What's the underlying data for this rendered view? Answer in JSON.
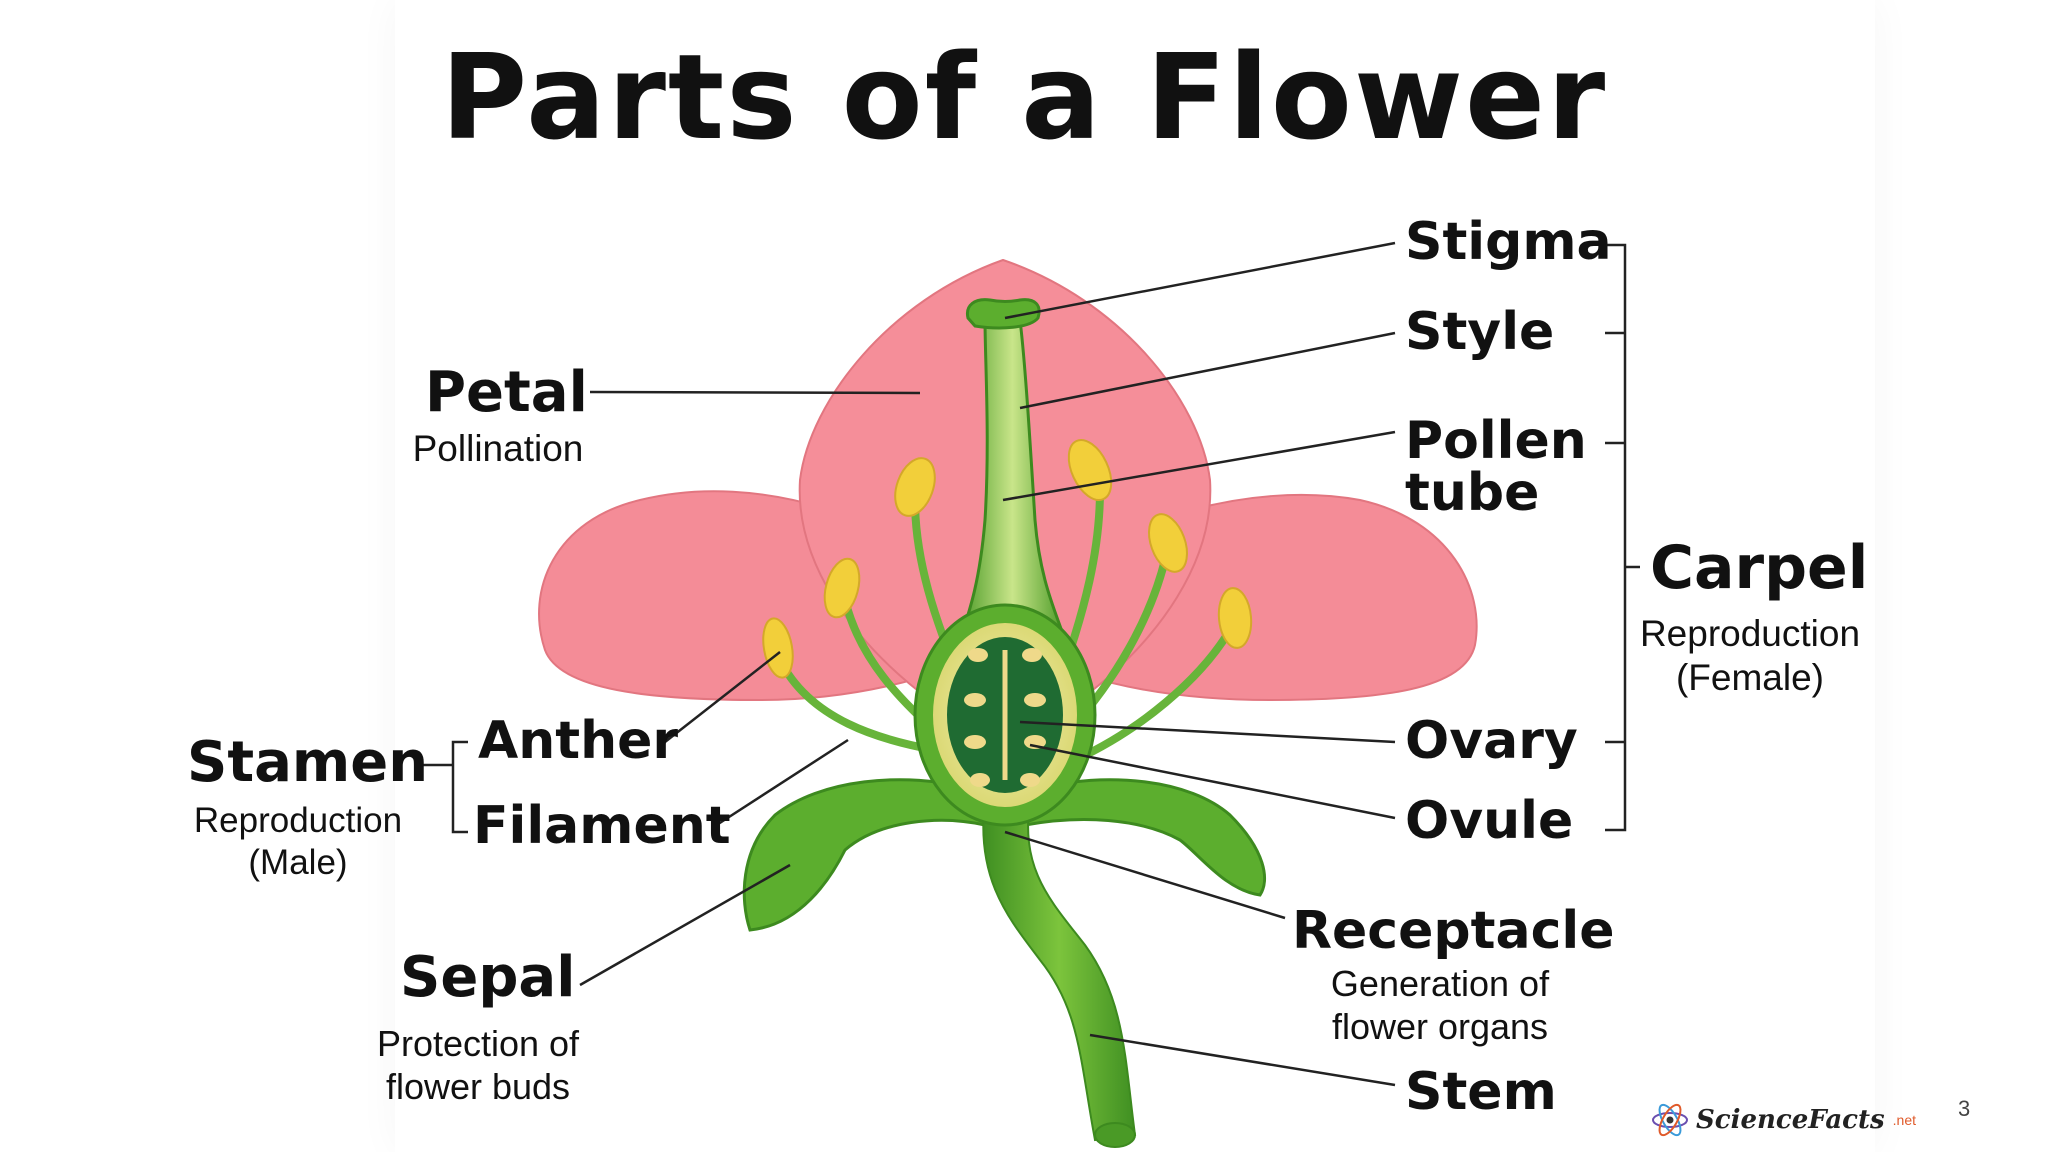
{
  "title": "Parts of a Flower",
  "labels": {
    "petal": {
      "name": "Petal",
      "desc": "Pollination"
    },
    "stamen": {
      "name": "Stamen",
      "desc": "Reproduction\n(Male)"
    },
    "anther": {
      "name": "Anther"
    },
    "filament": {
      "name": "Filament"
    },
    "sepal": {
      "name": "Sepal",
      "desc": "Protection of\nflower buds"
    },
    "stigma": {
      "name": "Stigma"
    },
    "style": {
      "name": "Style"
    },
    "pollen_tube": {
      "name": "Pollen\ntube"
    },
    "carpel": {
      "name": "Carpel",
      "desc": "Reproduction\n(Female)"
    },
    "ovary": {
      "name": "Ovary"
    },
    "ovule": {
      "name": "Ovule"
    },
    "receptacle": {
      "name": "Receptacle",
      "desc": "Generation of\nflower organs"
    },
    "stem": {
      "name": "Stem"
    }
  },
  "logo": {
    "text": "ScienceFacts",
    "suffix": ".net"
  },
  "page_number": "3",
  "colors": {
    "petal": "#f48c97",
    "petal_edge": "#e27680",
    "green": "#5cae2e",
    "dark_green": "#2f7d1d",
    "ovary_inner": "#1f6b32",
    "anther": "#f2cf3a",
    "ovule": "#efd98a"
  }
}
